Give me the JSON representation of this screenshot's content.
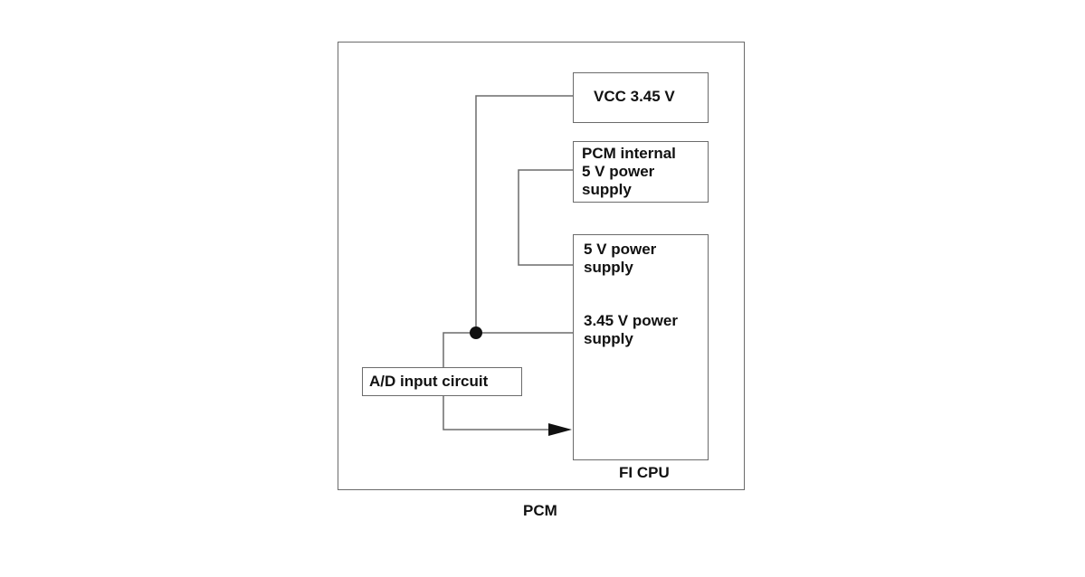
{
  "pcm_label": "PCM",
  "vcc": {
    "label": "VCC 3.45 V"
  },
  "pcm_internal": {
    "lines": [
      "PCM internal",
      "5 V power",
      "supply"
    ]
  },
  "fi_cpu": {
    "label": "FI CPU",
    "pin_5v": [
      "5 V power",
      "supply"
    ],
    "pin_345v": [
      "3.45 V power",
      "supply"
    ]
  },
  "ad_circuit": {
    "label": "A/D input circuit"
  },
  "colors": {
    "line": "#6b6b6b",
    "junction": "#111111"
  }
}
